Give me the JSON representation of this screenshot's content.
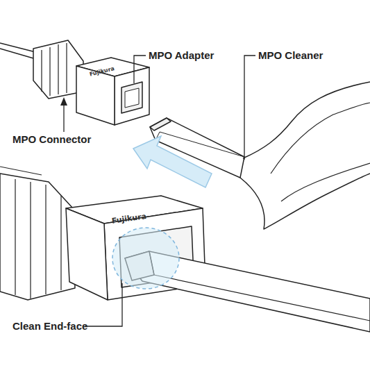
{
  "diagram": {
    "labels": [
      "MPO Adapter",
      "MPO Cleaner",
      "MPO Connector",
      "Clean End-face",
      "Fujikura",
      "Fujikura"
    ]
  }
}
